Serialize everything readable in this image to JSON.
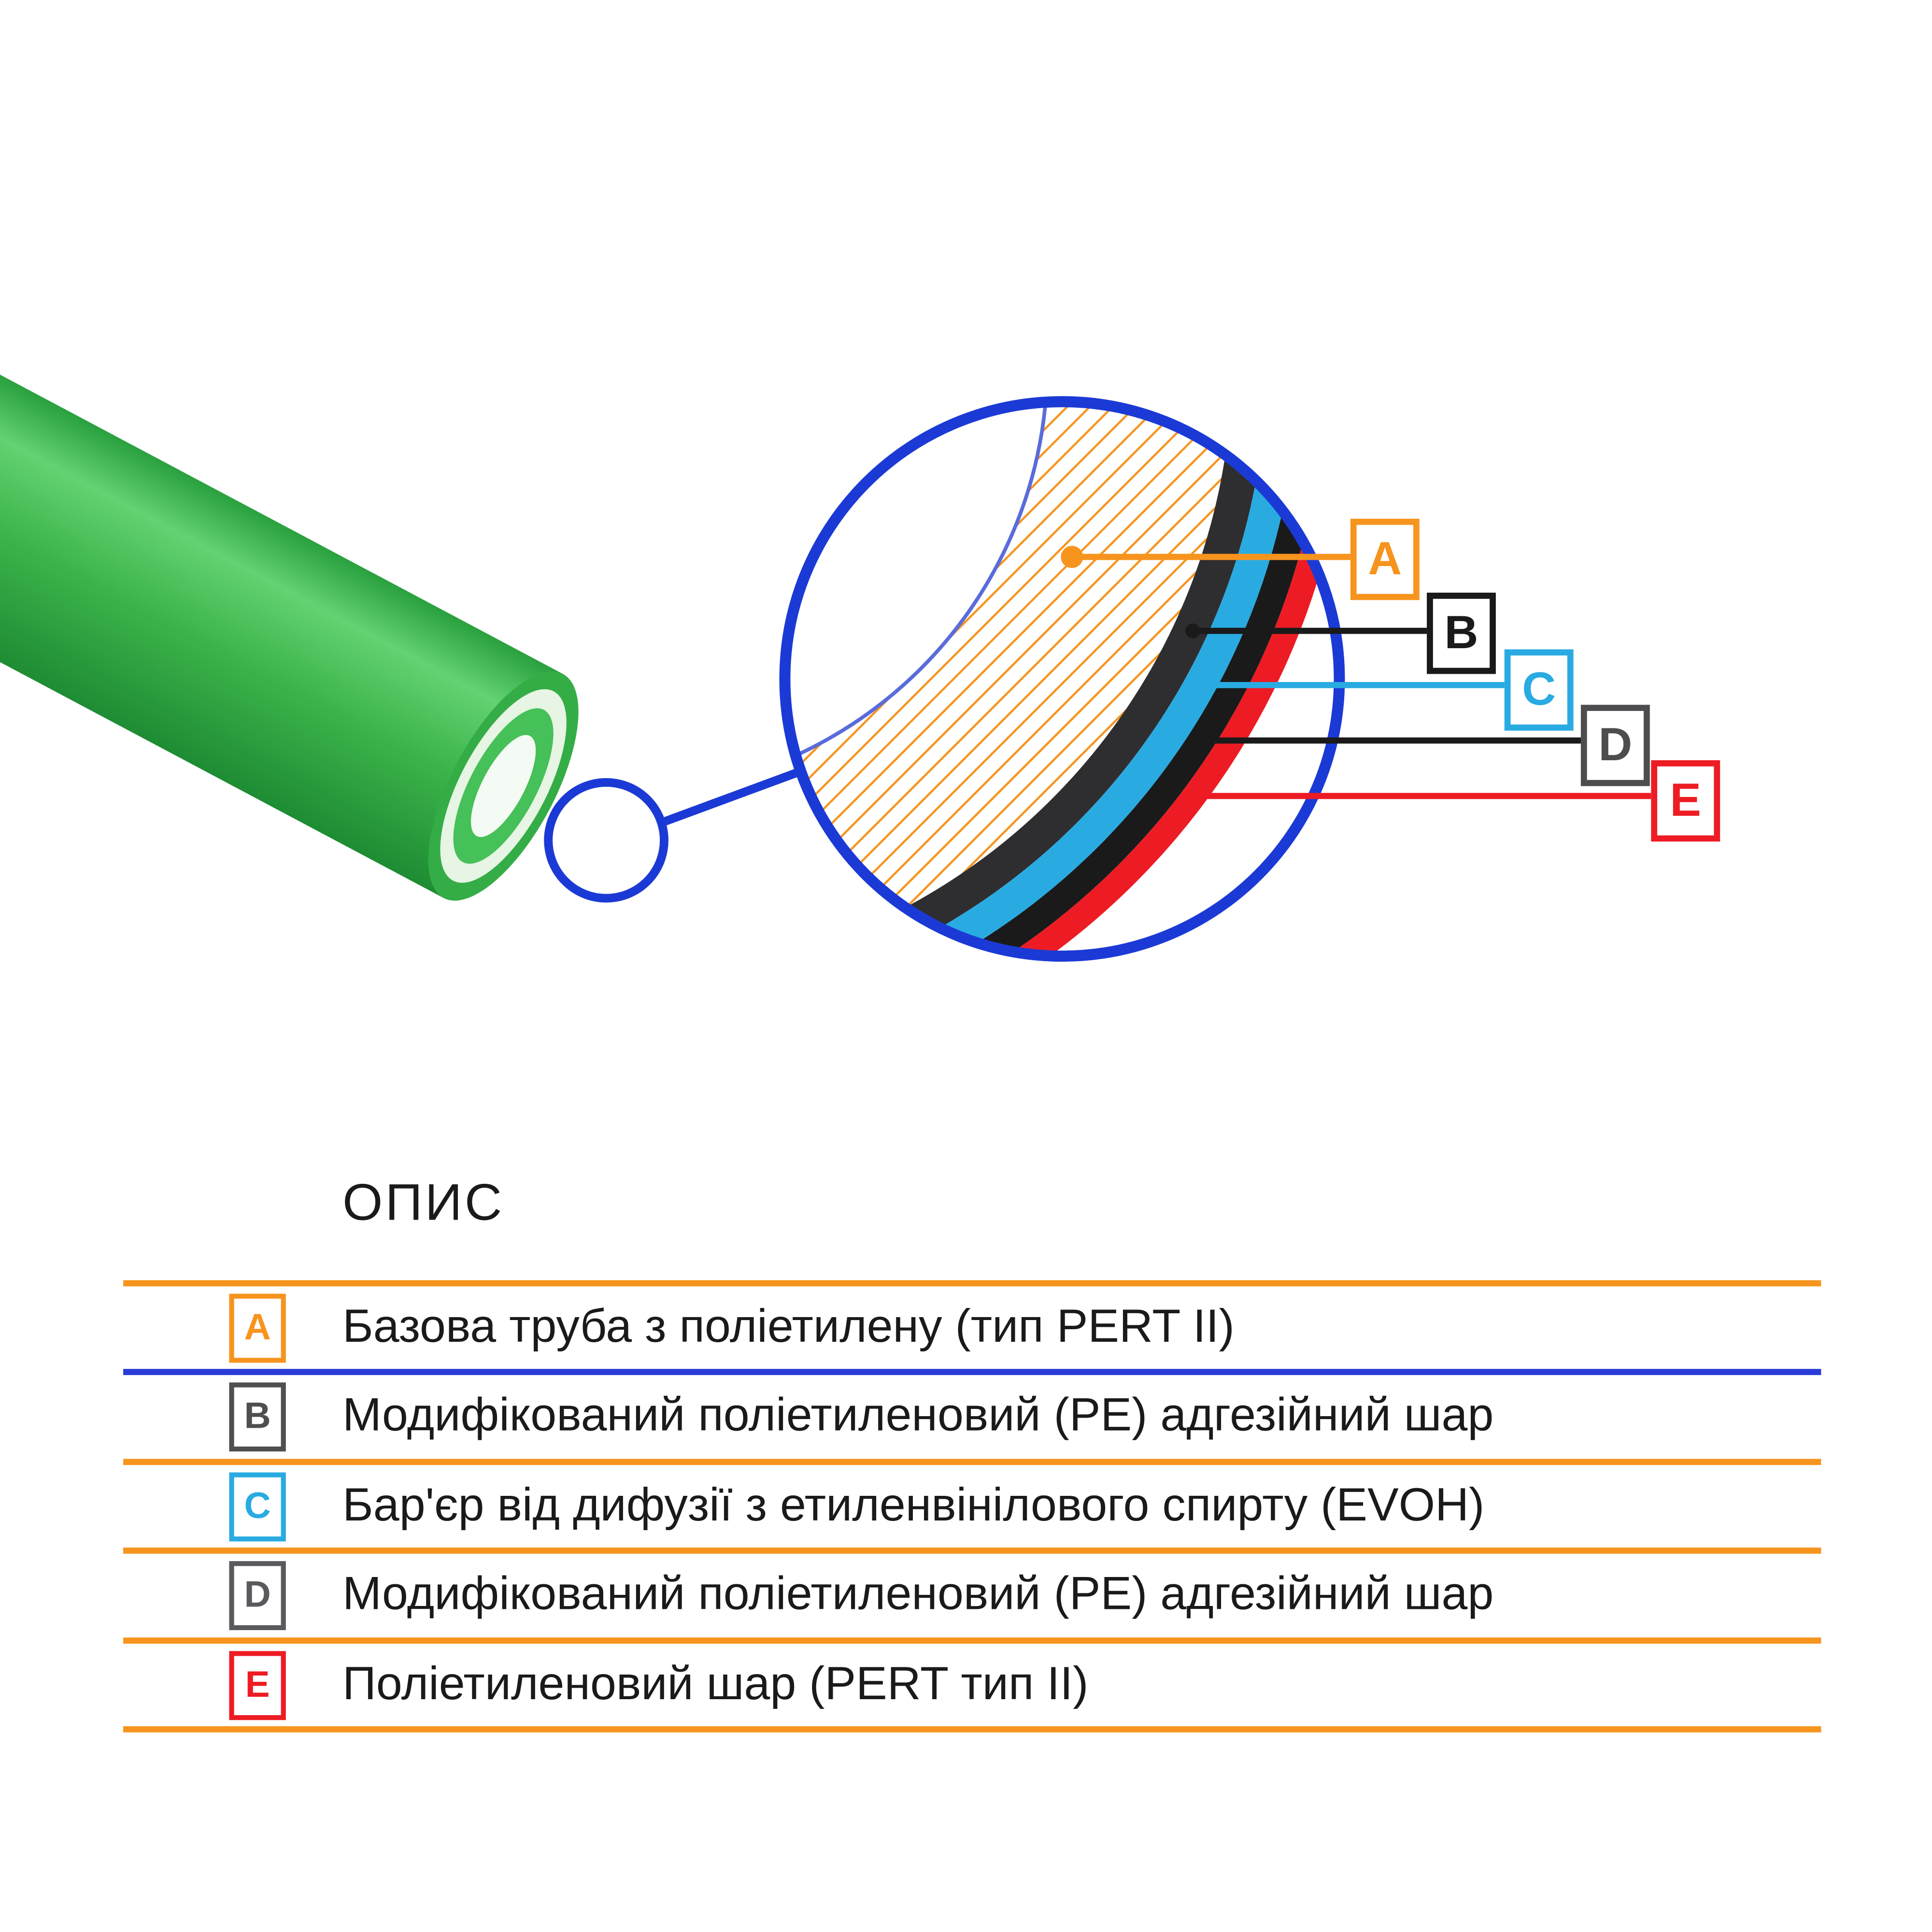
{
  "legend": {
    "title": "ОПИС",
    "rows": [
      {
        "letter": "A",
        "color": "#F7941E",
        "text": "Базова труба з поліетилену (тип PERT II)"
      },
      {
        "letter": "B",
        "color": "#4F4F52",
        "text": "Модифікований поліетиленовий (PE) адгезійний шар"
      },
      {
        "letter": "C",
        "color": "#29ABE2",
        "text": "Бар'єр від дифузії з етиленвінілового спирту (EVOH)"
      },
      {
        "letter": "D",
        "color": "#5A5A5E",
        "text": "Модифікований поліетиленовий (PE) адгезійний шар"
      },
      {
        "letter": "E",
        "color": "#ED1C24",
        "text": "Поліетиленовий шар (PERT тип II)"
      }
    ],
    "separator_colors": [
      "#F7941E",
      "#2B3BD6",
      "#F7941E",
      "#F7941E",
      "#F7941E",
      "#F7941E"
    ]
  },
  "callouts": [
    {
      "letter": "A",
      "color": "#F7941E"
    },
    {
      "letter": "B",
      "color": "#1A1A1A"
    },
    {
      "letter": "C",
      "color": "#29ABE2"
    },
    {
      "letter": "D",
      "color": "#4D4D4F"
    },
    {
      "letter": "E",
      "color": "#ED1C24"
    }
  ],
  "diagram": {
    "pipe_color": "#3CB44B",
    "magnifier_color": "#1B3AD5",
    "layer_colors": {
      "A_hatch": "#F7941E",
      "B": "#2E2E30",
      "C": "#29ABE2",
      "D": "#1A1A1A",
      "E": "#ED1C24"
    }
  }
}
